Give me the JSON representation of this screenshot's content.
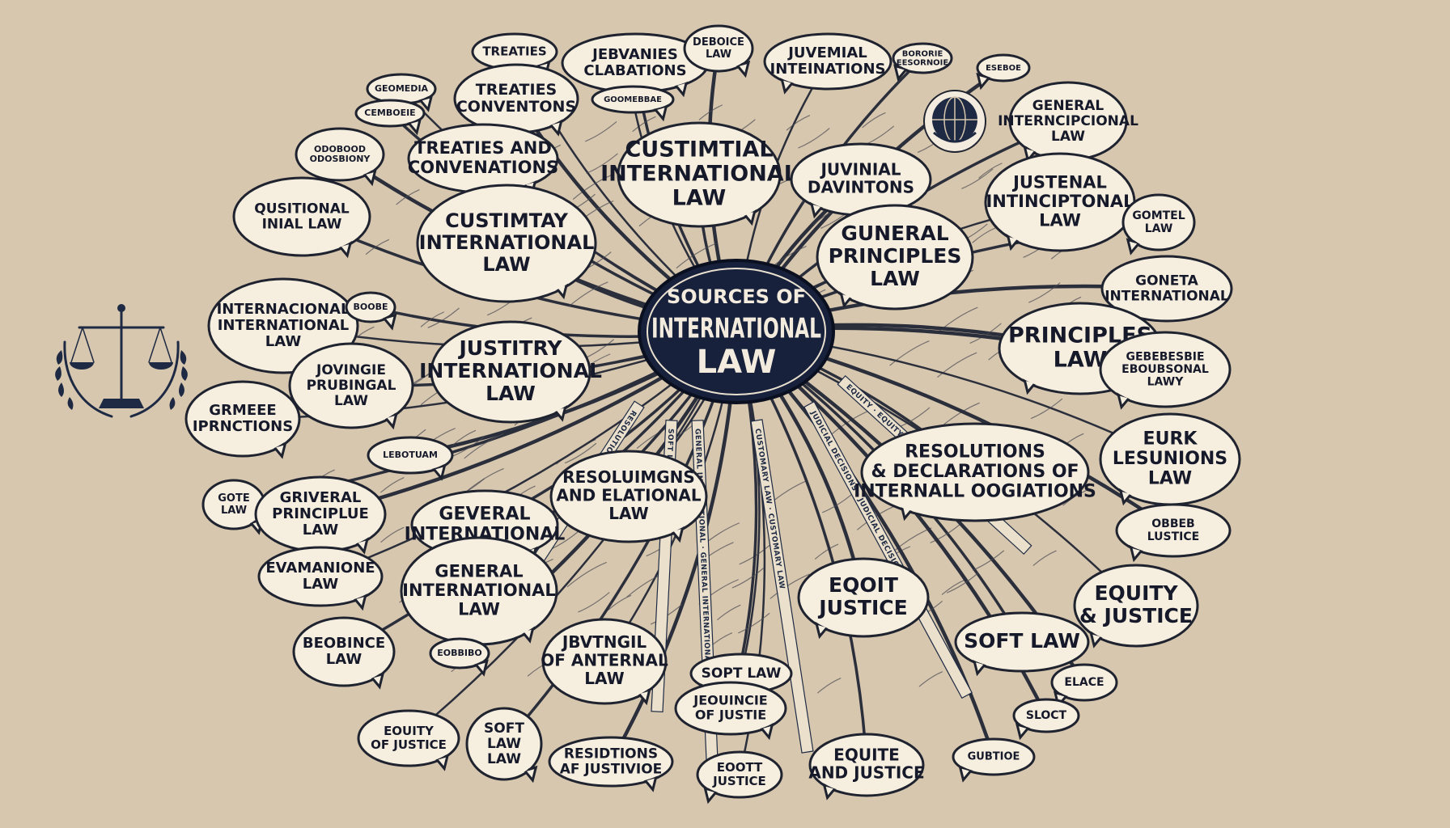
{
  "center": {
    "lines": [
      "SOURCES OF",
      "INTERNATIONAL",
      "LAW"
    ]
  },
  "icons": {
    "left_emblem": "scales-of-justice-icon",
    "globe_emblem": "globe-icon"
  },
  "colors": {
    "background": "#d6c6ad",
    "ink": "#1f2330",
    "center_fill": "#17213c",
    "bubble_fill": "#f6efdf"
  },
  "ribbons": [
    "GENERAL INTERNATIONAL",
    "CUSTOMARY LAW",
    "JUDICIAL DECISIONS",
    "SOFT LAW",
    "EQUITY",
    "RESOLUTIONS"
  ],
  "nodes": [
    {
      "lines": [
        "TREATIES"
      ]
    },
    {
      "lines": [
        "JEBVANIES",
        "CLABATIONS"
      ]
    },
    {
      "lines": [
        "DEBOICE",
        "LAW"
      ]
    },
    {
      "lines": [
        "JUVEMIAL",
        "INTEINATIONS"
      ]
    },
    {
      "lines": [
        "BORORIE",
        "EESORNOIE"
      ]
    },
    {
      "lines": [
        "ESEBOE"
      ]
    },
    {
      "lines": [
        "GEOMEDIA"
      ]
    },
    {
      "lines": [
        "CEMBOEIE"
      ]
    },
    {
      "lines": [
        "TREATIES",
        "CONVENTONS"
      ]
    },
    {
      "lines": [
        "GOOMEBBAE"
      ]
    },
    {
      "lines": [
        "GENERAL",
        "INTERNCIPCIONAL",
        "LAW"
      ]
    },
    {
      "lines": [
        "ODOBOOD",
        "ODOSBIONY"
      ]
    },
    {
      "lines": [
        "TREATIES AND",
        "CONVENATIONS"
      ]
    },
    {
      "lines": [
        "CUSTIMTIAL",
        "INTERNATIONAL",
        "LAW"
      ]
    },
    {
      "lines": [
        "JUVINIAL",
        "DAVINTONS"
      ]
    },
    {
      "lines": [
        "JUSTENAL",
        "INTINCIPTONAL",
        "LAW"
      ]
    },
    {
      "lines": [
        "QUSITIONAL",
        "INIAL LAW"
      ]
    },
    {
      "lines": [
        "CUSTIMTAY",
        "INTERNATIONAL",
        "LAW"
      ]
    },
    {
      "lines": [
        "GUNERAL",
        "PRINCIPLES",
        "LAW"
      ]
    },
    {
      "lines": [
        "GOMTEL",
        "LAW"
      ]
    },
    {
      "lines": [
        "GONETA",
        "INTERNATIONAL"
      ]
    },
    {
      "lines": [
        "INTERNACIONAL",
        "INTERNATIONAL",
        "LAW"
      ]
    },
    {
      "lines": [
        "BOOBE"
      ]
    },
    {
      "lines": [
        "PRINCIPLES",
        "LAW"
      ]
    },
    {
      "lines": [
        "JUSTITRY",
        "INTERNATIONAL",
        "LAW"
      ]
    },
    {
      "lines": [
        "JOVINGIE",
        "PRUBINGAL",
        "LAW"
      ]
    },
    {
      "lines": [
        "GEBEBESBIE",
        "EBOUBSONAL",
        "LAWY"
      ]
    },
    {
      "lines": [
        "GRMEEE",
        "IPRNCTIONS"
      ]
    },
    {
      "lines": [
        "RESOLUTIONS",
        "& DECLARATIONS OF",
        "INTERNALL OOGIATIONS"
      ]
    },
    {
      "lines": [
        "LEBOTUAM"
      ]
    },
    {
      "lines": [
        "EURK",
        "LESUNIONS",
        "LAW"
      ]
    },
    {
      "lines": [
        "GOTE",
        "LAW"
      ]
    },
    {
      "lines": [
        "GRIVERAL",
        "PRINCIPLUE",
        "LAW"
      ]
    },
    {
      "lines": [
        "RESOLUIMGNS",
        "AND ELATIONAL",
        "LAW"
      ]
    },
    {
      "lines": [
        "GEVERAL",
        "INTERNATIONAL"
      ]
    },
    {
      "lines": [
        "OBBEB",
        "LUSTICE"
      ]
    },
    {
      "lines": [
        "EVAMANIONE",
        "LAW"
      ]
    },
    {
      "lines": [
        "GENERAL",
        "INTERNATIONAL",
        "LAW"
      ]
    },
    {
      "lines": [
        "EQOIT",
        "JUSTICE"
      ]
    },
    {
      "lines": [
        "EQUITY",
        "& JUSTICE"
      ]
    },
    {
      "lines": [
        "BEOBINCE",
        "LAW"
      ]
    },
    {
      "lines": [
        "EOBBIBO"
      ]
    },
    {
      "lines": [
        "JBVTNGIL",
        "OF ANTERNAL",
        "LAW"
      ]
    },
    {
      "lines": [
        "SOFT LAW"
      ]
    },
    {
      "lines": [
        "ELACE"
      ]
    },
    {
      "lines": [
        "SOPT LAW"
      ]
    },
    {
      "lines": [
        "JEOUINCIE",
        "OF JUSTIE"
      ]
    },
    {
      "lines": [
        "SLOCT"
      ]
    },
    {
      "lines": [
        "EOUITY",
        "OF JUSTICE"
      ]
    },
    {
      "lines": [
        "SOFT",
        "LAW",
        "LAW"
      ]
    },
    {
      "lines": [
        "RESIDTIONS",
        "AF JUSTIVIOE"
      ]
    },
    {
      "lines": [
        "EOOTT",
        "JUSTICE"
      ]
    },
    {
      "lines": [
        "EQUITE",
        "AND JUSTICE"
      ]
    },
    {
      "lines": [
        "GUBTIOE"
      ]
    }
  ]
}
